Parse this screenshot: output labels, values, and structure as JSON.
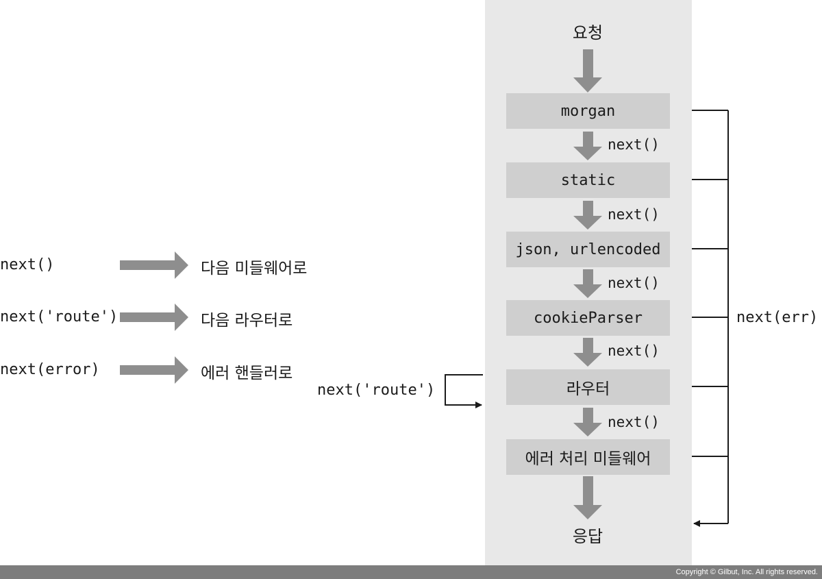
{
  "legend": [
    {
      "code": "next()",
      "meaning": "다음 미들웨어로"
    },
    {
      "code": "next('route')",
      "meaning": "다음 라우터로"
    },
    {
      "code": "next(error)",
      "meaning": "에러 핸들러로"
    }
  ],
  "flow": {
    "request": "요청",
    "response": "응답",
    "middlewares": [
      "morgan",
      "static",
      "json, urlencoded",
      "cookieParser",
      "라우터",
      "에러 처리 미들웨어"
    ],
    "step_label": "next()",
    "route_loop_label": "next('route')",
    "error_label": "next(err)"
  },
  "colors": {
    "column_background": "#e8e8e8",
    "box": "#cfcfcf",
    "arrow": "#8e8e8e",
    "line": "#1a1a1a",
    "footer": "#7d7d7d"
  },
  "footer": {
    "copyright": "Copyright © Gilbut, Inc. All rights reserved."
  }
}
